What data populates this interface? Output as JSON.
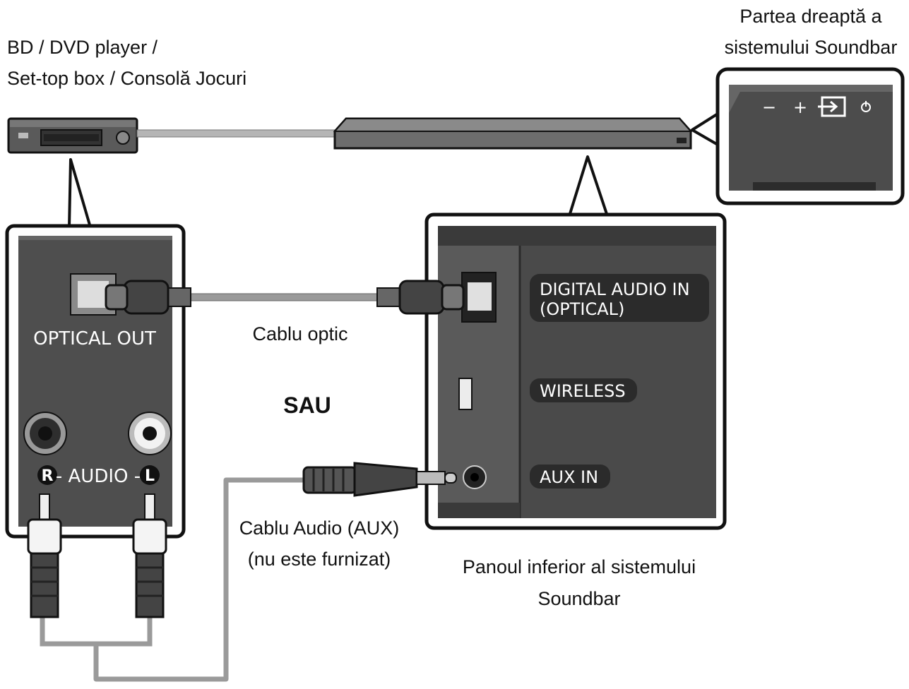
{
  "captions": {
    "source_device_line1": "BD / DVD player /",
    "source_device_line2": "Set-top box / Consolă Jocuri",
    "right_side_line1": "Partea dreaptă a",
    "right_side_line2": "sistemului Soundbar",
    "optical_cable": "Cablu optic",
    "or": "SAU",
    "aux_cable_line1": "Cablu Audio (AUX)",
    "aux_cable_line2": "(nu este furnizat)",
    "bottom_panel_line1": "Panoul inferior al sistemului",
    "bottom_panel_line2": "Soundbar"
  },
  "source_panel": {
    "optical_out": "OPTICAL OUT",
    "audio_label": "- AUDIO -",
    "right_badge": "R",
    "left_badge": "L"
  },
  "soundbar_panel": {
    "digital_line1": "DIGITAL AUDIO IN",
    "digital_line2": "(OPTICAL)",
    "wireless": "WIRELESS",
    "aux_in": "AUX IN"
  },
  "side_buttons": {
    "minus": "−",
    "plus": "+"
  },
  "colors": {
    "panel_dark": "#4a4a4a",
    "panel_darker": "#333333",
    "label_pill": "#2b2b2b",
    "cable_gray": "#9a9a9a",
    "outline": "#111111"
  }
}
